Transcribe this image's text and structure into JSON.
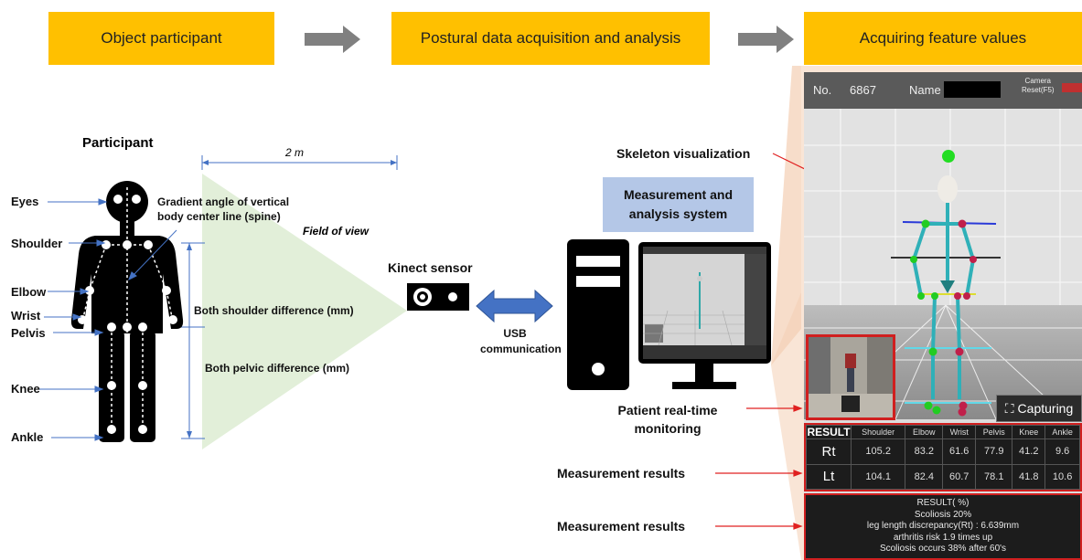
{
  "stages": [
    "Object participant",
    "Postural data acquisition and analysis",
    "Acquiring feature values"
  ],
  "participant": {
    "title": "Participant",
    "distance": "2 m",
    "body_labels": {
      "eyes": "Eyes",
      "shoulder": "Shoulder",
      "elbow": "Elbow",
      "wrist": "Wrist",
      "pelvis": "Pelvis",
      "knee": "Knee",
      "ankle": "Ankle"
    },
    "spine_label": [
      "Gradient angle of vertical",
      "body center line (spine)"
    ],
    "field_of_view": "Field of view",
    "shoulder_diff": "Both shoulder difference (mm)",
    "pelvic_diff": "Both pelvic difference (mm)"
  },
  "sensor": {
    "label": "Kinect sensor",
    "usb": [
      "USB",
      "communication"
    ]
  },
  "system": {
    "label": [
      "Measurement and",
      "analysis system"
    ],
    "monitoring": [
      "Patient real-time",
      "monitoring"
    ]
  },
  "annotations": {
    "skeleton": "Skeleton visualization",
    "results1": "Measurement results",
    "results2": "Measurement results"
  },
  "app": {
    "no_label": "No.",
    "no_value": "6867",
    "name_label": "Name .",
    "camera_reset": [
      "Camera",
      "Reset(F5)"
    ],
    "capturing": "Capturing",
    "table": {
      "headers": [
        "RESULT",
        "Shoulder",
        "Elbow",
        "Wrist",
        "Pelvis",
        "Knee",
        "Ankle"
      ],
      "rows": [
        {
          "side": "Rt",
          "values": [
            "105.2",
            "83.2",
            "61.6",
            "77.9",
            "41.2",
            "9.6"
          ]
        },
        {
          "side": "Lt",
          "values": [
            "104.1",
            "82.4",
            "60.7",
            "78.1",
            "41.8",
            "10.6"
          ]
        }
      ]
    },
    "summary": [
      "RESULT( %)",
      "Scoliosis 20%",
      "leg length discrepancy(Rt) : 6.639mm",
      "arthritis risk 1.9 times up",
      "Scoliosis occurs 38% after 60's"
    ]
  },
  "colors": {
    "stage": "#FFC000",
    "system_box": "#B4C7E7",
    "arrow_blue": "#4472C4",
    "red": "#E02020",
    "fov": "#E2EFD9",
    "peach": "#F4CFB4"
  }
}
